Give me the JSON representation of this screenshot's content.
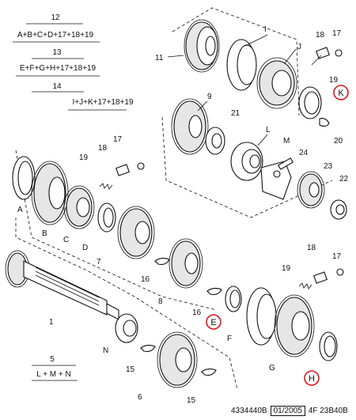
{
  "kits": [
    {
      "id": "12",
      "formula": "A+B+C+D+17+18+19"
    },
    {
      "id": "13",
      "formula": "E+F+G+H+17+18+19"
    },
    {
      "id": "14",
      "formula": "I+J+K+17+18+19"
    },
    {
      "id": "5",
      "formula": "L + M + N"
    }
  ],
  "labels": {
    "n1": "1",
    "n6": "6",
    "n7": "7",
    "n8": "8",
    "n9": "9",
    "n11": "11",
    "n15a": "15",
    "n15b": "15",
    "n16a": "16",
    "n16b": "16",
    "n17a": "17",
    "n17b": "17",
    "n17c": "17",
    "n18a": "18",
    "n18b": "18",
    "n18c": "18",
    "n19a": "19",
    "n19b": "19",
    "n19c": "19",
    "n20": "20",
    "n21": "21",
    "n22": "22",
    "n23": "23",
    "n24": "24",
    "lA": "A",
    "lB": "B",
    "lC": "C",
    "lD": "D",
    "lF": "F",
    "lG": "G",
    "lI": "I",
    "lJ": "J",
    "lL": "L",
    "lM": "M",
    "lN": "N"
  },
  "highlighted": {
    "K": "K",
    "E": "E",
    "H": "H",
    "color": "#e0141b"
  },
  "footer": {
    "ref": "4334440B",
    "date": "01/2005",
    "code": "4F 23B40B"
  }
}
